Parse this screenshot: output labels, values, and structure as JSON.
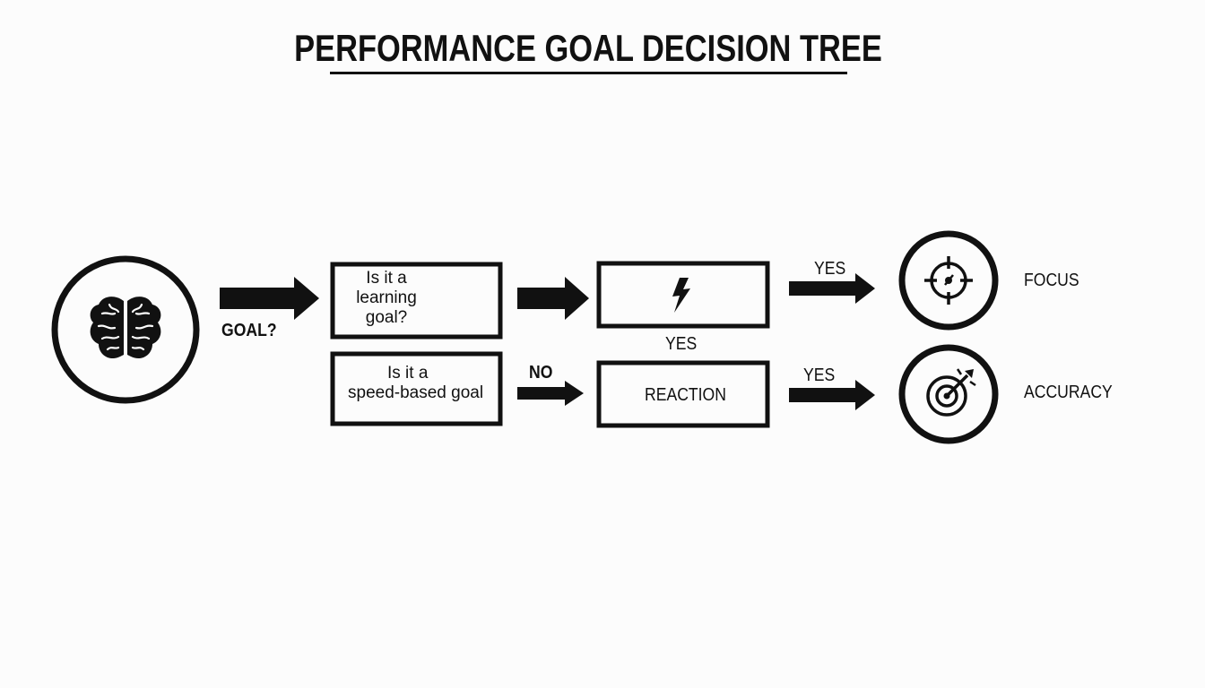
{
  "title": "PERFORMANCE GOAL DECISION TREE",
  "start": {
    "icon": "brain-icon",
    "label": "GOAL?"
  },
  "nodes": {
    "learning_question": [
      "Is it a",
      "learning",
      "goal?"
    ],
    "speed_question": [
      "Is it a",
      "speed-based goal"
    ],
    "speed_result": {
      "icon": "lightning-bolt-icon"
    },
    "reaction_result": "REACTION"
  },
  "edge_labels": {
    "no": "NO",
    "yes_middle": "YES",
    "yes_top": "YES",
    "yes_bottom": "YES"
  },
  "outcomes": [
    {
      "icon": "crosshair-icon",
      "label": "FOCUS"
    },
    {
      "icon": "bullseye-arrow-icon",
      "label": "ACCURACY"
    }
  ]
}
